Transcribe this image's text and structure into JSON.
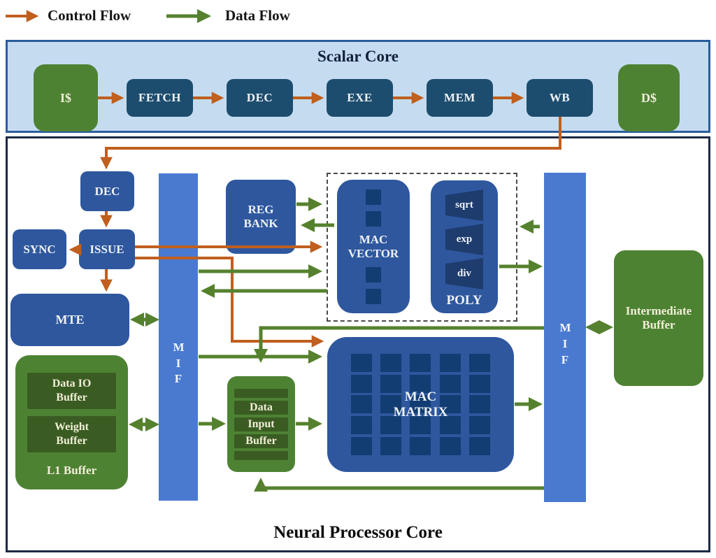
{
  "legend": {
    "control": "Control Flow",
    "data": "Data Flow"
  },
  "scalar_core": {
    "title": "Scalar Core",
    "i_cache": "I$",
    "fetch": "FETCH",
    "dec": "DEC",
    "exe": "EXE",
    "mem": "MEM",
    "wb": "WB",
    "d_cache": "D$"
  },
  "npc": {
    "title": "Neural Processor Core",
    "dec": "DEC",
    "sync": "SYNC",
    "issue": "ISSUE",
    "mte": "MTE",
    "mif_left": "MIF",
    "mif_right": "MIF",
    "reg_bank": "REG BANK",
    "mac_vector": "MAC VECTOR",
    "poly": {
      "label": "POLY",
      "units": [
        "sqrt",
        "exp",
        "div"
      ]
    },
    "mac_matrix": "MAC MATRIX",
    "data_input_buffer": {
      "rows": [
        "Data",
        "Input",
        "Buffer"
      ]
    },
    "l1_buffer": {
      "label": "L1 Buffer",
      "data_io": "Data IO Buffer",
      "weight": "Weight Buffer"
    },
    "intermediate_buffer": "Intermediate Buffer"
  },
  "colors": {
    "control_flow": "#c05f1e",
    "data_flow": "#55812e",
    "scalar_bg": "#c5dcf0",
    "scalar_box": "#1d4d6e",
    "npc_box": "#2e579e",
    "mif_bar": "#4a7ad0",
    "green_box": "#4e8233",
    "green_dark": "#3a5c22",
    "navy_square": "#123d73",
    "cream_text": "#f1eed8"
  },
  "decor": {
    "mac_matrix_grid": {
      "rows": 5,
      "cols": 5
    },
    "mac_vector_squares": 4
  }
}
